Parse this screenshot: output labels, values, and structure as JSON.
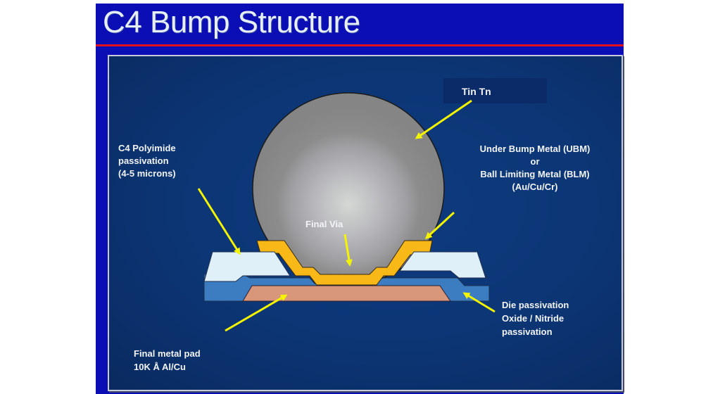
{
  "slide": {
    "title": "C4 Bump Structure"
  },
  "labels": {
    "tin": "Tin Tn",
    "polyimide": [
      "C4 Polyimide",
      "passivation",
      "(4-5 microns)"
    ],
    "ubm": [
      "Under Bump Metal (UBM)",
      "or",
      "Ball Limiting Metal (BLM)",
      "(Au/Cu/Cr)"
    ],
    "final_via": "Final Via",
    "die_passivation": [
      "Die passivation",
      "Oxide / Nitride",
      "passivation"
    ],
    "metal_pad": [
      "Final metal pad",
      "10K Å Al/Cu"
    ]
  },
  "colors": {
    "slide_bg": "#0a0eb4",
    "title_underline": "#e0101c",
    "panel_bg": "#0c3574",
    "arrow": "#f4f400",
    "solder_ball": "#8c8c8c",
    "ubm": "#f8b818",
    "polyimide": "#e0f0f8",
    "die_passivation": "#3c7cc0",
    "metal_pad": "#d8967a"
  }
}
